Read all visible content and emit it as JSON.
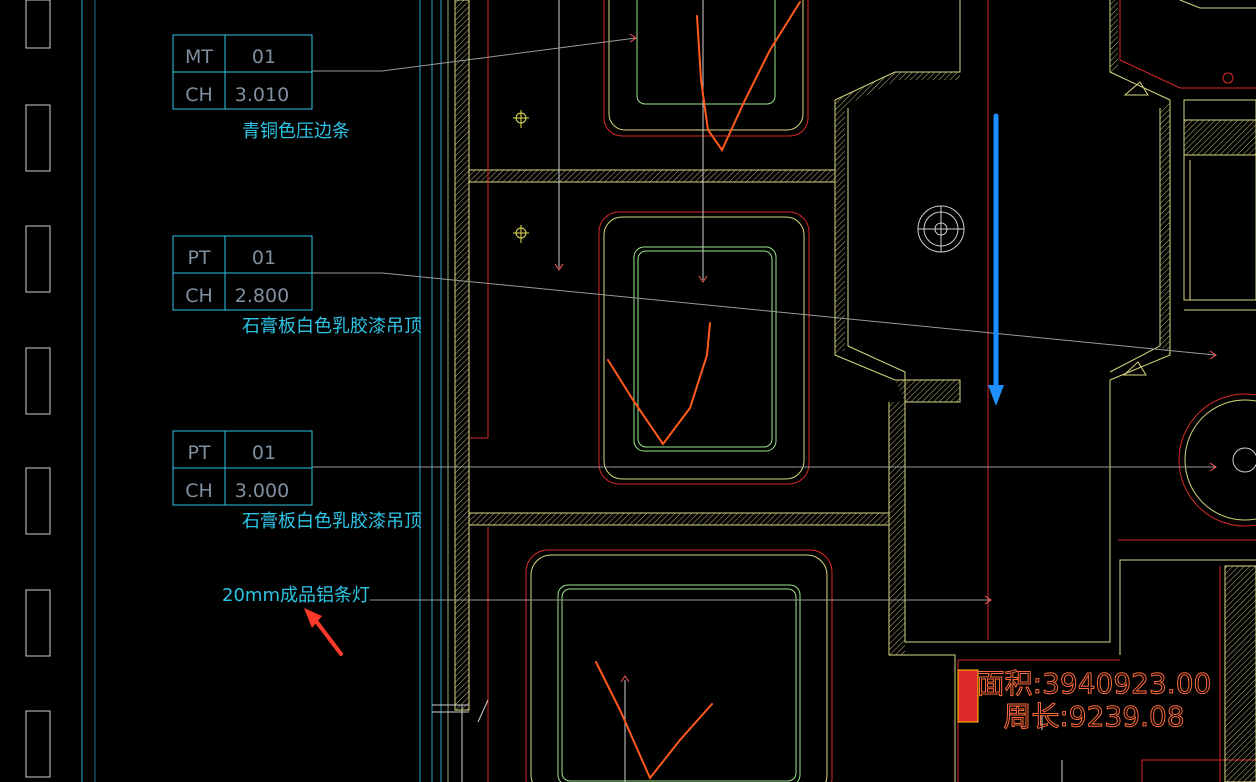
{
  "tags": [
    {
      "code": "MT",
      "num": "01",
      "ch": "CH",
      "height": "3.010",
      "desc": "青铜色压边条"
    },
    {
      "code": "PT",
      "num": "01",
      "ch": "CH",
      "height": "2.800",
      "desc": "石膏板白色乳胶漆吊顶"
    },
    {
      "code": "PT",
      "num": "01",
      "ch": "CH",
      "height": "3.000",
      "desc": "石膏板白色乳胶漆吊顶"
    }
  ],
  "light_note": "20mm成品铝条灯",
  "area_label": "面积:3940923.00",
  "perimeter_label": "周长:9239.08",
  "colors": {
    "cyan": "#2ec4e6",
    "yellow": "#e6e05a",
    "red": "#e02a2a",
    "orange": "#ff5a1e",
    "green": "#9ce68c",
    "blue_arrow": "#1e90ff",
    "red_arrow": "#ff3a2a"
  }
}
